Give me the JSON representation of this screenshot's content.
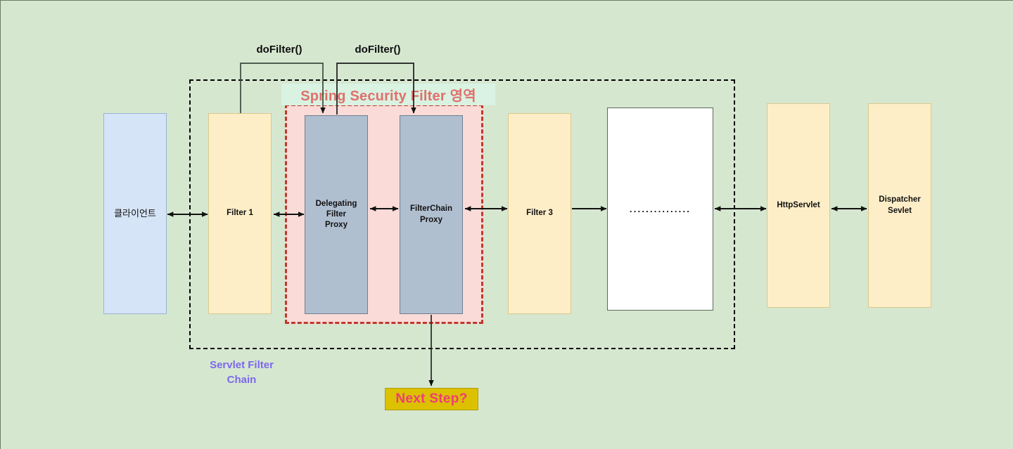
{
  "diagram": {
    "title_overlay": "Spring Security Filter 영역",
    "background_color": "#d6e7d0",
    "region_labels": {
      "servlet_filter_chain": "Servlet Filter\nChain",
      "spring_security_region": "Spring Security Filter 영역"
    },
    "call_labels": [
      {
        "id": "dofilter-1",
        "text": "doFilter()"
      },
      {
        "id": "dofilter-2",
        "text": "doFilter()"
      }
    ],
    "nodes": [
      {
        "id": "client",
        "label": "클라이언트",
        "fill": "#d6e4f7",
        "stroke": "#9ab4d6"
      },
      {
        "id": "filter-1",
        "label": "Filter 1",
        "fill": "#fdeec8",
        "stroke": "#d9c98a"
      },
      {
        "id": "delegating-filter-proxy",
        "label": "Delegating\nFilter\nProxy",
        "fill": "#b0bfd0",
        "stroke": "#6f7f90"
      },
      {
        "id": "filter-chain-proxy",
        "label": "FilterChain\nProxy",
        "fill": "#b0bfd0",
        "stroke": "#6f7f90"
      },
      {
        "id": "filter-3",
        "label": "Filter 3",
        "fill": "#fdeec8",
        "stroke": "#d9c98a"
      },
      {
        "id": "more-filters",
        "label": "",
        "fill": "#ffffff",
        "stroke": "#5b6b59"
      },
      {
        "id": "http-servlet",
        "label": "HttpServlet",
        "fill": "#fdeec8",
        "stroke": "#d9c98a"
      },
      {
        "id": "dispatcher-servlet",
        "label": "Dispatcher\nSevlet",
        "fill": "#fdeec8",
        "stroke": "#d9c98a"
      }
    ],
    "ellipsis": "...............",
    "next_step": {
      "label": "Next Step?",
      "fill": "#dbc100",
      "text_color": "#ee3d77"
    },
    "colors": {
      "spring_region_border": "#c0392b",
      "spring_region_fill": "#fadbd8",
      "servlet_chain_border": "#000000",
      "servlet_chain_text": "#7b68ee",
      "spring_title_text": "#e0706b"
    }
  }
}
